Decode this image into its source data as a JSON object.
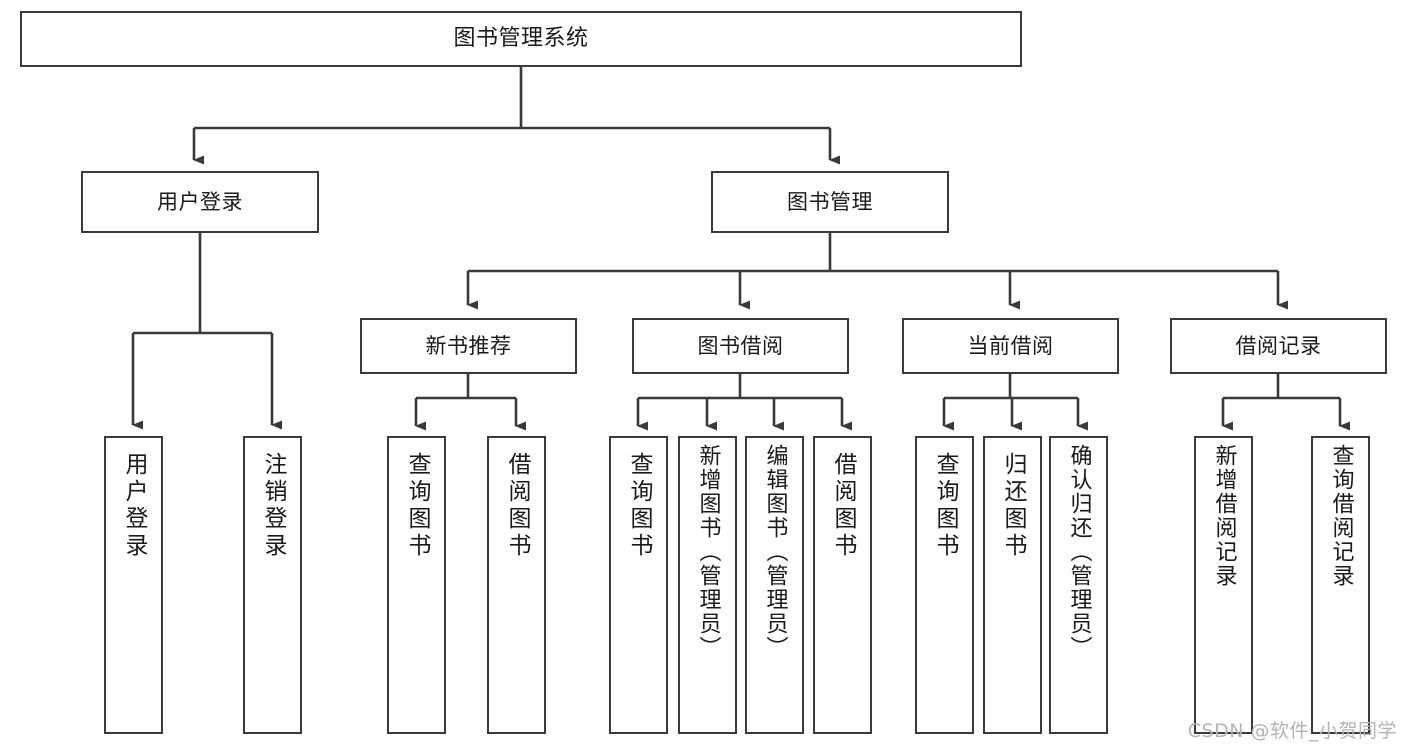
{
  "diagram": {
    "title": "图书管理系统",
    "type": "tree-hierarchy-chart",
    "watermark": "CSDN @软件_小贺同学",
    "colors": {
      "stroke": "#3a3a3a",
      "fill": "#ffffff",
      "text": "#1a1a1a",
      "watermark": "#b4b4b4"
    },
    "levels": {
      "root": {
        "label": "图书管理系统"
      },
      "level2": [
        {
          "label": "用户登录"
        },
        {
          "label": "图书管理"
        }
      ],
      "level3": [
        {
          "label": "新书推荐"
        },
        {
          "label": "图书借阅"
        },
        {
          "label": "当前借阅"
        },
        {
          "label": "借阅记录"
        }
      ],
      "leaves": {
        "user_login": [
          {
            "label": "用户登录"
          },
          {
            "label": "注销登录"
          }
        ],
        "new_book_recommend": [
          {
            "label": "查询图书"
          },
          {
            "label": "借阅图书"
          }
        ],
        "book_borrow": [
          {
            "label": "查询图书"
          },
          {
            "label": "新增图书（管理员）"
          },
          {
            "label": "编辑图书（管理员）"
          },
          {
            "label": "借阅图书"
          }
        ],
        "current_borrow": [
          {
            "label": "查询图书"
          },
          {
            "label": "归还图书"
          },
          {
            "label": "确认归还（管理员）"
          }
        ],
        "borrow_record": [
          {
            "label": "新增借阅记录"
          },
          {
            "label": "查询借阅记录"
          }
        ]
      }
    }
  }
}
